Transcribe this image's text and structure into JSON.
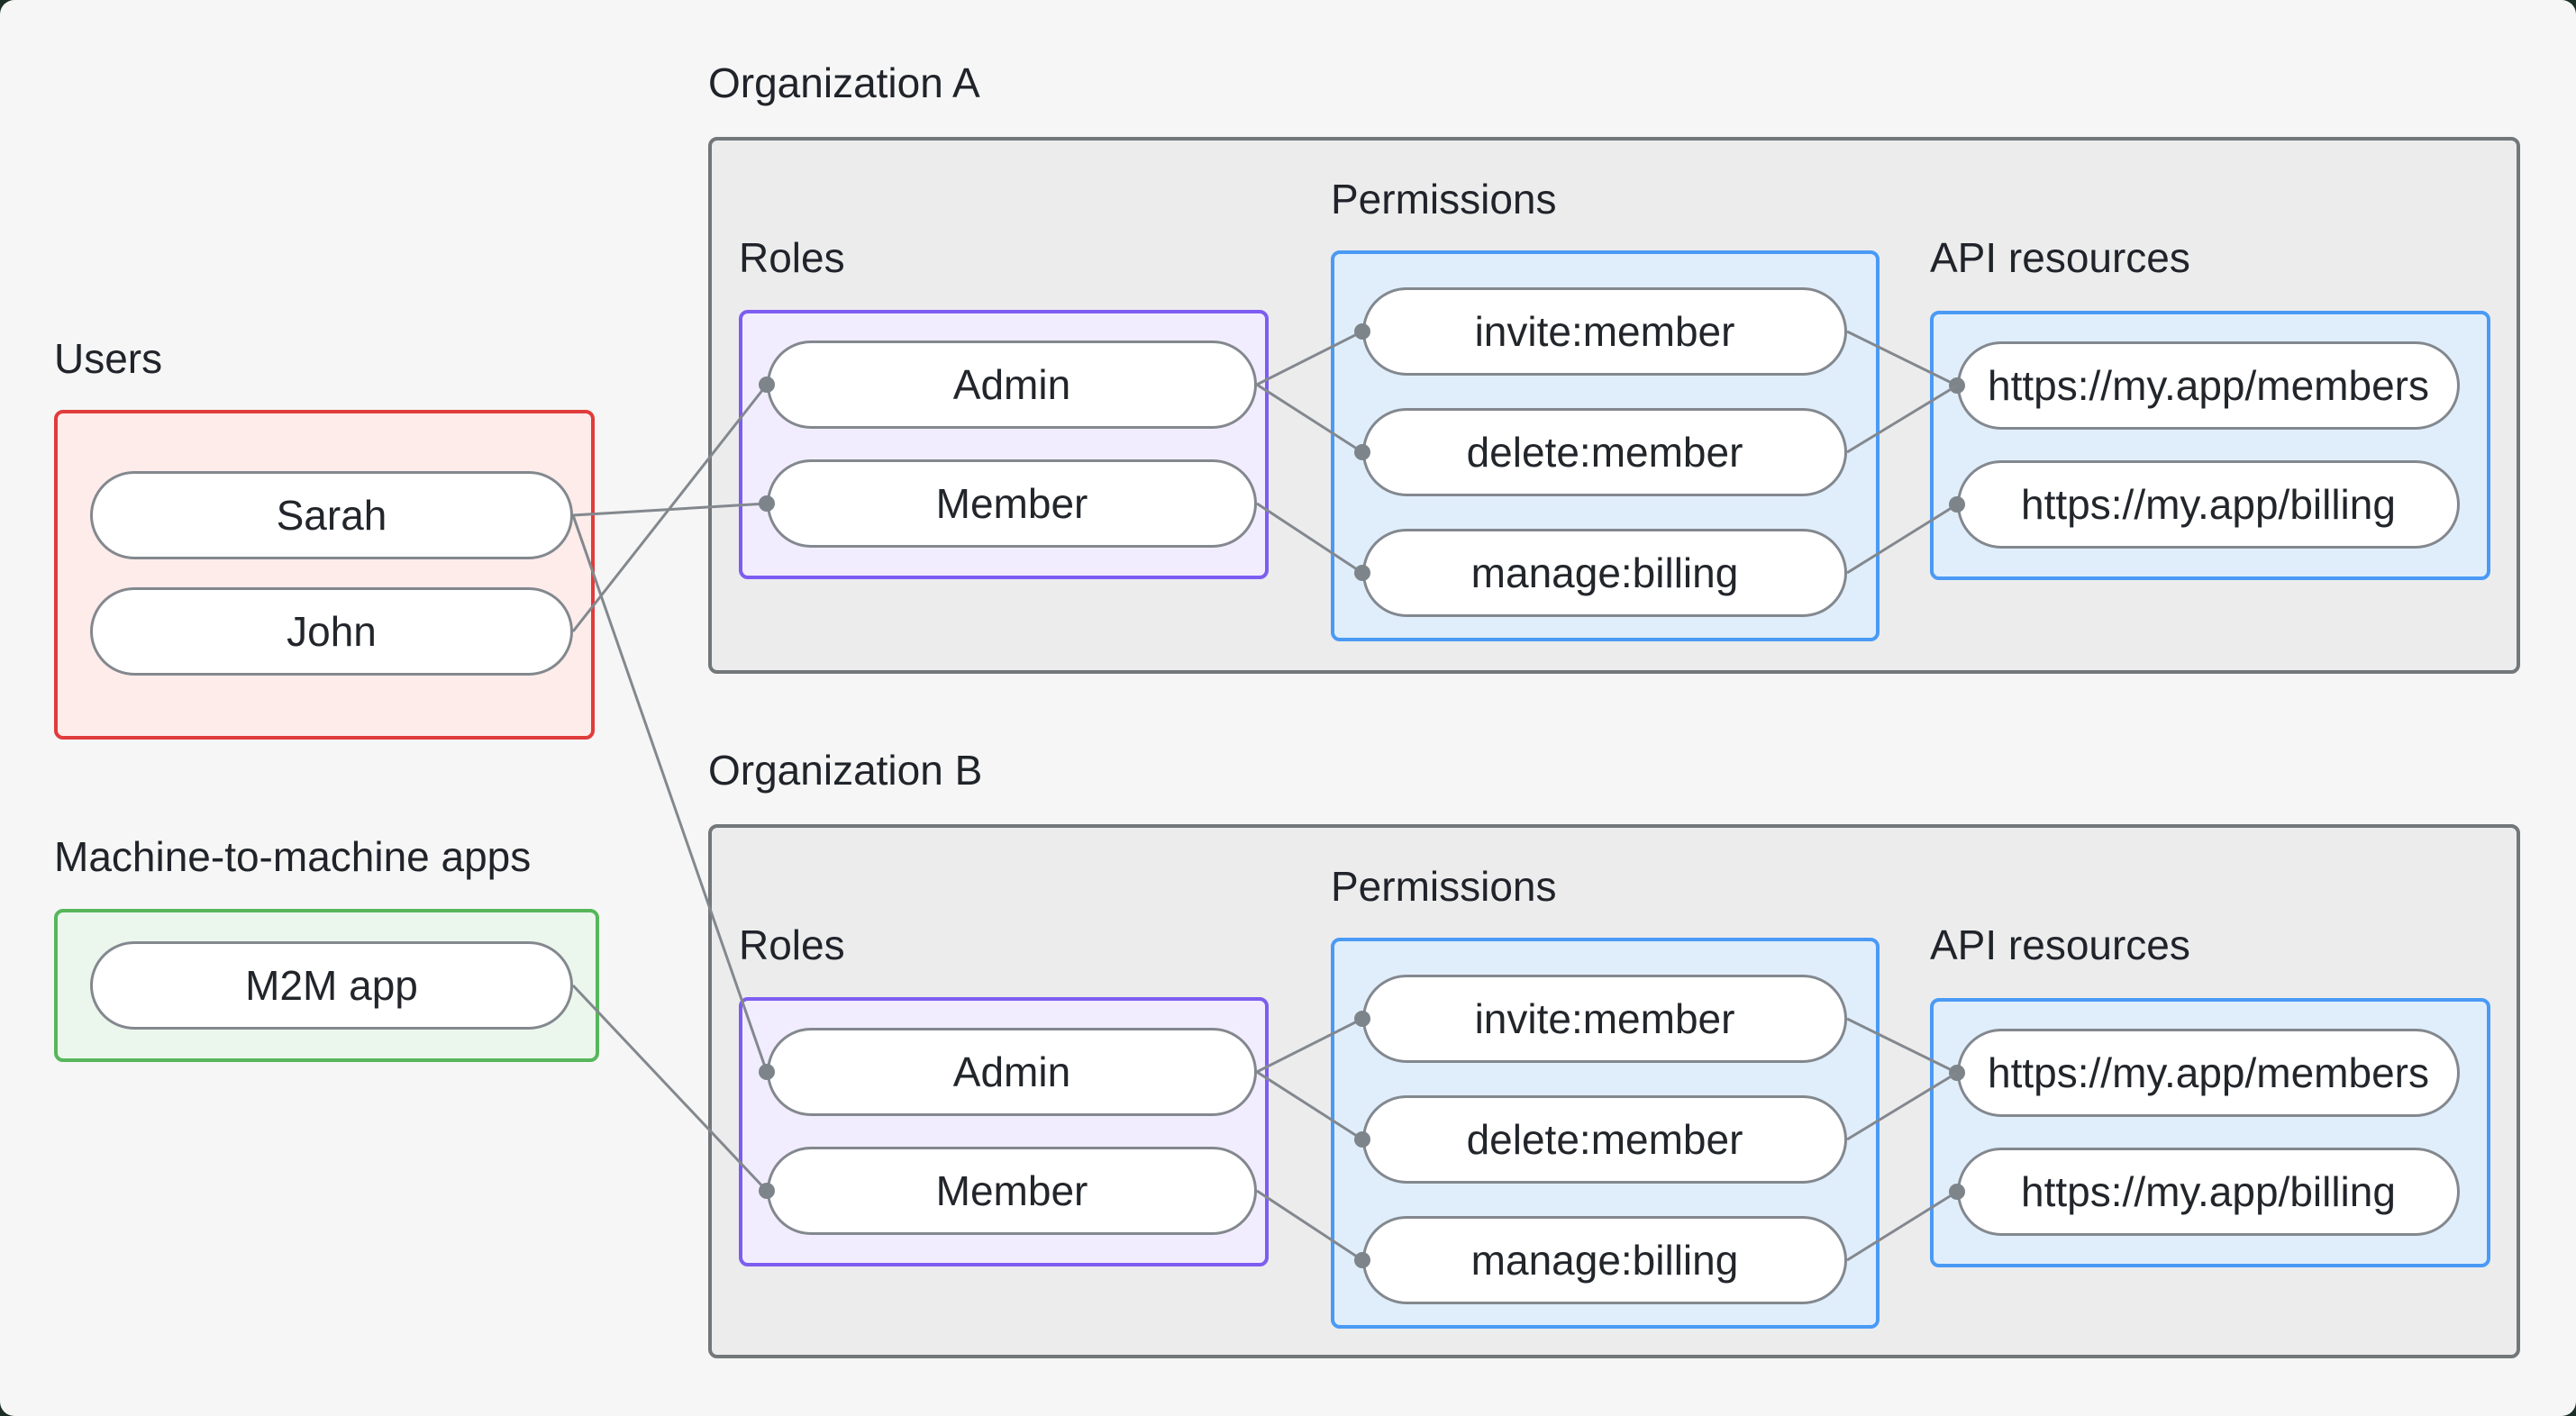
{
  "users_group": {
    "label": "Users",
    "items": [
      {
        "label": "Sarah"
      },
      {
        "label": "John"
      }
    ]
  },
  "m2m_group": {
    "label": "Machine-to-machine apps",
    "items": [
      {
        "label": "M2M app"
      }
    ]
  },
  "org_a": {
    "title": "Organization A",
    "roles": {
      "label": "Roles",
      "items": [
        {
          "label": "Admin"
        },
        {
          "label": "Member"
        }
      ]
    },
    "permissions": {
      "label": "Permissions",
      "items": [
        {
          "label": "invite:member"
        },
        {
          "label": "delete:member"
        },
        {
          "label": "manage:billing"
        }
      ]
    },
    "api": {
      "label": "API resources",
      "items": [
        {
          "label": "https://my.app/members"
        },
        {
          "label": "https://my.app/billing"
        }
      ]
    }
  },
  "org_b": {
    "title": "Organization B",
    "roles": {
      "label": "Roles",
      "items": [
        {
          "label": "Admin"
        },
        {
          "label": "Member"
        }
      ]
    },
    "permissions": {
      "label": "Permissions",
      "items": [
        {
          "label": "invite:member"
        },
        {
          "label": "delete:member"
        },
        {
          "label": "manage:billing"
        }
      ]
    },
    "api": {
      "label": "API resources",
      "items": [
        {
          "label": "https://my.app/members"
        },
        {
          "label": "https://my.app/billing"
        }
      ]
    }
  },
  "connections": [
    {
      "from": "sarah",
      "to": "member_a"
    },
    {
      "from": "john",
      "to": "admin_a"
    },
    {
      "from": "sarah",
      "to": "admin_b"
    },
    {
      "from": "m2m",
      "to": "member_b"
    },
    {
      "from": "admin_a",
      "to": "invite_a"
    },
    {
      "from": "admin_a",
      "to": "delete_a"
    },
    {
      "from": "member_a",
      "to": "manage_a"
    },
    {
      "from": "invite_a",
      "to": "members_a"
    },
    {
      "from": "delete_a",
      "to": "members_a"
    },
    {
      "from": "manage_a",
      "to": "billing_a"
    },
    {
      "from": "admin_b",
      "to": "invite_b"
    },
    {
      "from": "admin_b",
      "to": "delete_b"
    },
    {
      "from": "member_b",
      "to": "manage_b"
    },
    {
      "from": "invite_b",
      "to": "members_b"
    },
    {
      "from": "delete_b",
      "to": "members_b"
    },
    {
      "from": "manage_b",
      "to": "billing_b"
    }
  ],
  "colors": {
    "canvas_bg": "#f5f6f5",
    "outer_bg": "#1b2f26",
    "org_fill": "#ececed",
    "org_border": "#72777a",
    "users_fill": "#fdecea",
    "users_border": "#e03c3c",
    "m2m_fill": "#ebf7ec",
    "m2m_border": "#57b65c",
    "roles_fill": "#f2edfe",
    "roles_border": "#7d5df1",
    "blue_fill": "#e0eefc",
    "blue_border": "#4a9af5",
    "wire": "#83888e",
    "text": "#22262b"
  }
}
